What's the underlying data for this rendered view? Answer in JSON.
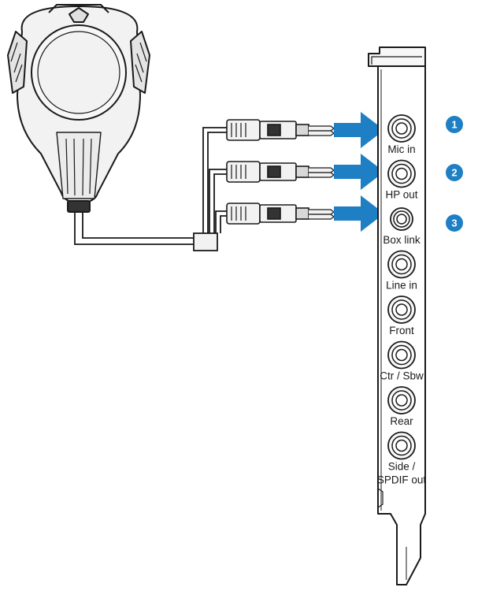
{
  "colors": {
    "accent": "#1f7fc4",
    "line": "#1a1a1a",
    "fill_light": "#f2f2f2",
    "fill_dark": "#333333"
  },
  "ports": [
    {
      "label": "Mic in"
    },
    {
      "label": "HP out"
    },
    {
      "label": "Box link"
    },
    {
      "label": "Line in"
    },
    {
      "label": "Front"
    },
    {
      "label": "Ctr / Sbw"
    },
    {
      "label": "Rear"
    },
    {
      "label": "Side /",
      "label2": "SPDIF out"
    }
  ],
  "connections": [
    {
      "badge": "1",
      "port": "Mic in",
      "arrow_icon": "arrow-right-icon"
    },
    {
      "badge": "2",
      "port": "HP out",
      "arrow_icon": "arrow-right-icon"
    },
    {
      "badge": "3",
      "port": "Box link",
      "arrow_icon": "arrow-right-icon"
    }
  ],
  "devices": {
    "control_box_icon": "volume-control-box-icon",
    "bracket_icon": "sound-card-bracket-icon",
    "plug_icon": "audio-jack-plug-icon",
    "port_icon": "audio-port-icon"
  }
}
